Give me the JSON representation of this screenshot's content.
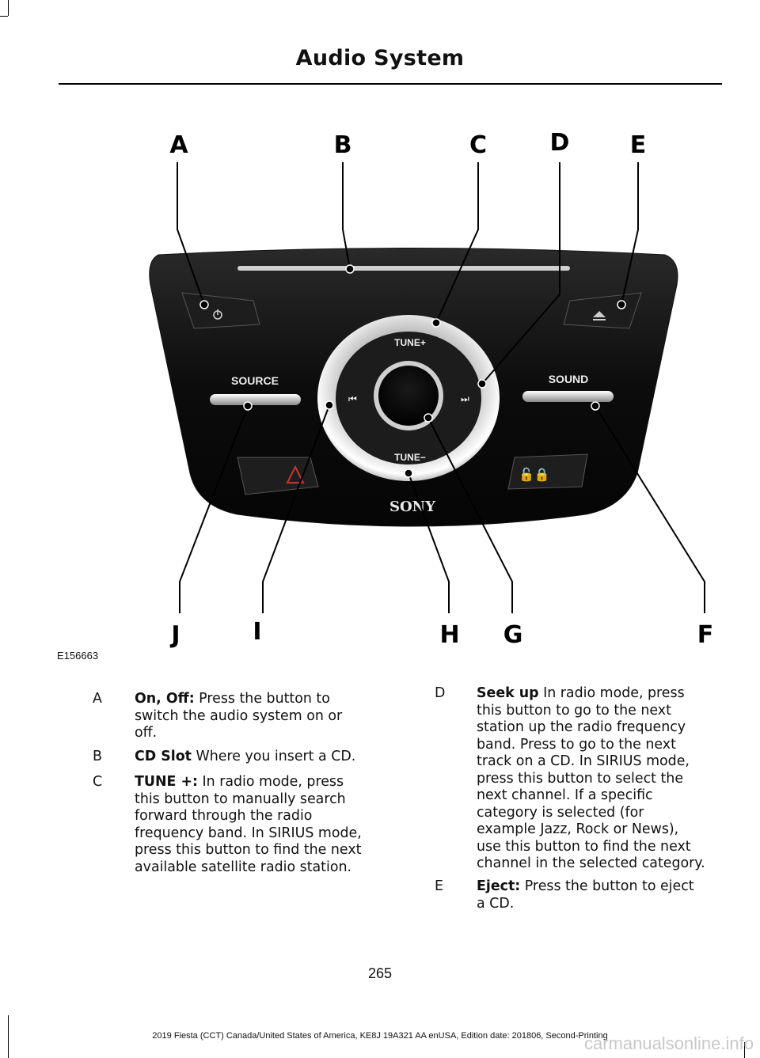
{
  "header": {
    "title": "Audio System"
  },
  "figure": {
    "image_id": "E156663",
    "callouts_top": [
      "A",
      "B",
      "C",
      "D",
      "E"
    ],
    "callouts_bottom": [
      "J",
      "I",
      "H",
      "G",
      "F"
    ],
    "panel_labels": {
      "tune_plus": "TUNE+",
      "tune_minus": "TUNE−",
      "source": "SOURCE",
      "sound": "SOUND",
      "brand": "SONY"
    }
  },
  "descriptions": [
    {
      "letter": "A",
      "term": "On, Off:",
      "lines": [
        " Press the button to",
        "switch the audio system on or",
        "off."
      ]
    },
    {
      "letter": "B",
      "term": "CD Slot",
      "lines": [
        " Where you insert a CD."
      ]
    },
    {
      "letter": "C",
      "term": "TUNE +:",
      "lines": [
        " In radio mode, press",
        "this button to manually search",
        "forward through the radio",
        "frequency band. In SIRIUS mode,",
        "press this button to find the next",
        "available satellite radio station."
      ]
    },
    {
      "letter": "D",
      "term": "Seek up",
      "lines": [
        " In radio mode, press",
        "this button to go to the next",
        "station up the radio frequency",
        "band. Press to go to the next",
        "track on a CD. In SIRIUS mode,",
        "press this button to select the",
        "next channel. If a specific",
        "category is selected (for",
        "example Jazz, Rock or News),",
        "use this button to find the next",
        "channel in the selected category."
      ]
    },
    {
      "letter": "E",
      "term": "Eject:",
      "lines": [
        " Press the button to eject",
        "a CD."
      ]
    }
  ],
  "page_number": "265",
  "footer": "2019 Fiesta (CCT) Canada/United States of America, KE8J 19A321 AA enUSA, Edition date: 201806, Second-Printing",
  "watermark": "carmanualsonline.info"
}
